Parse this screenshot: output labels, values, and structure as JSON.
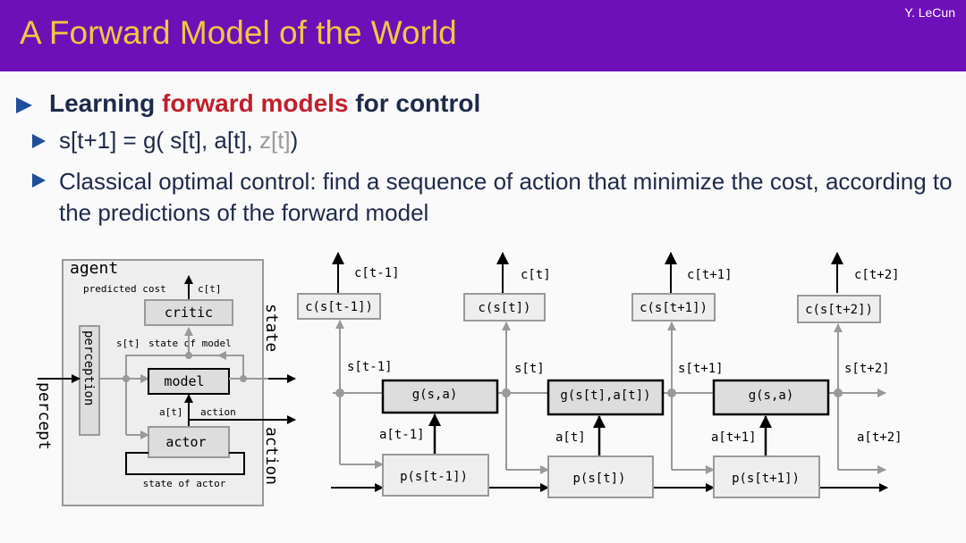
{
  "header": {
    "title": "A Forward Model of the World",
    "author": "Y. LeCun"
  },
  "bullets": {
    "b1_pre": "Learning ",
    "b1_hl": "forward models",
    "b1_post": " for control",
    "b2_main": "s[t+1] = g( s[t], a[t], ",
    "b2_gray": "z[t]",
    "b2_end": ")",
    "b3": "Classical optimal control: find a sequence of action that minimize the cost, according to the predictions of the forward model"
  },
  "agent": {
    "title": "agent",
    "predicted_cost": "predicted cost",
    "c_t": "c[t]",
    "critic": "critic",
    "perception": "perception",
    "s_t": "s[t]",
    "state_of_model": "state of model",
    "model": "model",
    "a_t": "a[t]",
    "action_small": "action",
    "actor": "actor",
    "state_of_actor": "state of actor",
    "state_side": "state",
    "action_side": "action",
    "percept": "percept"
  },
  "unrolled": {
    "costs_top": [
      "c[t-1]",
      "c[t]",
      "c[t+1]",
      "c[t+2]"
    ],
    "critic_boxes": [
      "c(s[t-1])",
      "c(s[t])",
      "c(s[t+1])",
      "c(s[t+2])"
    ],
    "states": [
      "s[t-1]",
      "s[t]",
      "s[t+1]",
      "s[t+2]"
    ],
    "g_boxes": [
      "g(s,a)",
      "g(s[t],a[t])",
      "g(s,a)"
    ],
    "actions": [
      "a[t-1]",
      "a[t]",
      "a[t+1]",
      "a[t+2]"
    ],
    "p_boxes": [
      "p(s[t-1])",
      "p(s[t])",
      "p(s[t+1])"
    ]
  },
  "colors": {
    "header_bg": "#6e10b8",
    "title": "#f5c542",
    "highlight": "#c0202a",
    "bullet": "#1f4e9a",
    "text": "#1e2a4a",
    "gray_line": "#999999"
  }
}
